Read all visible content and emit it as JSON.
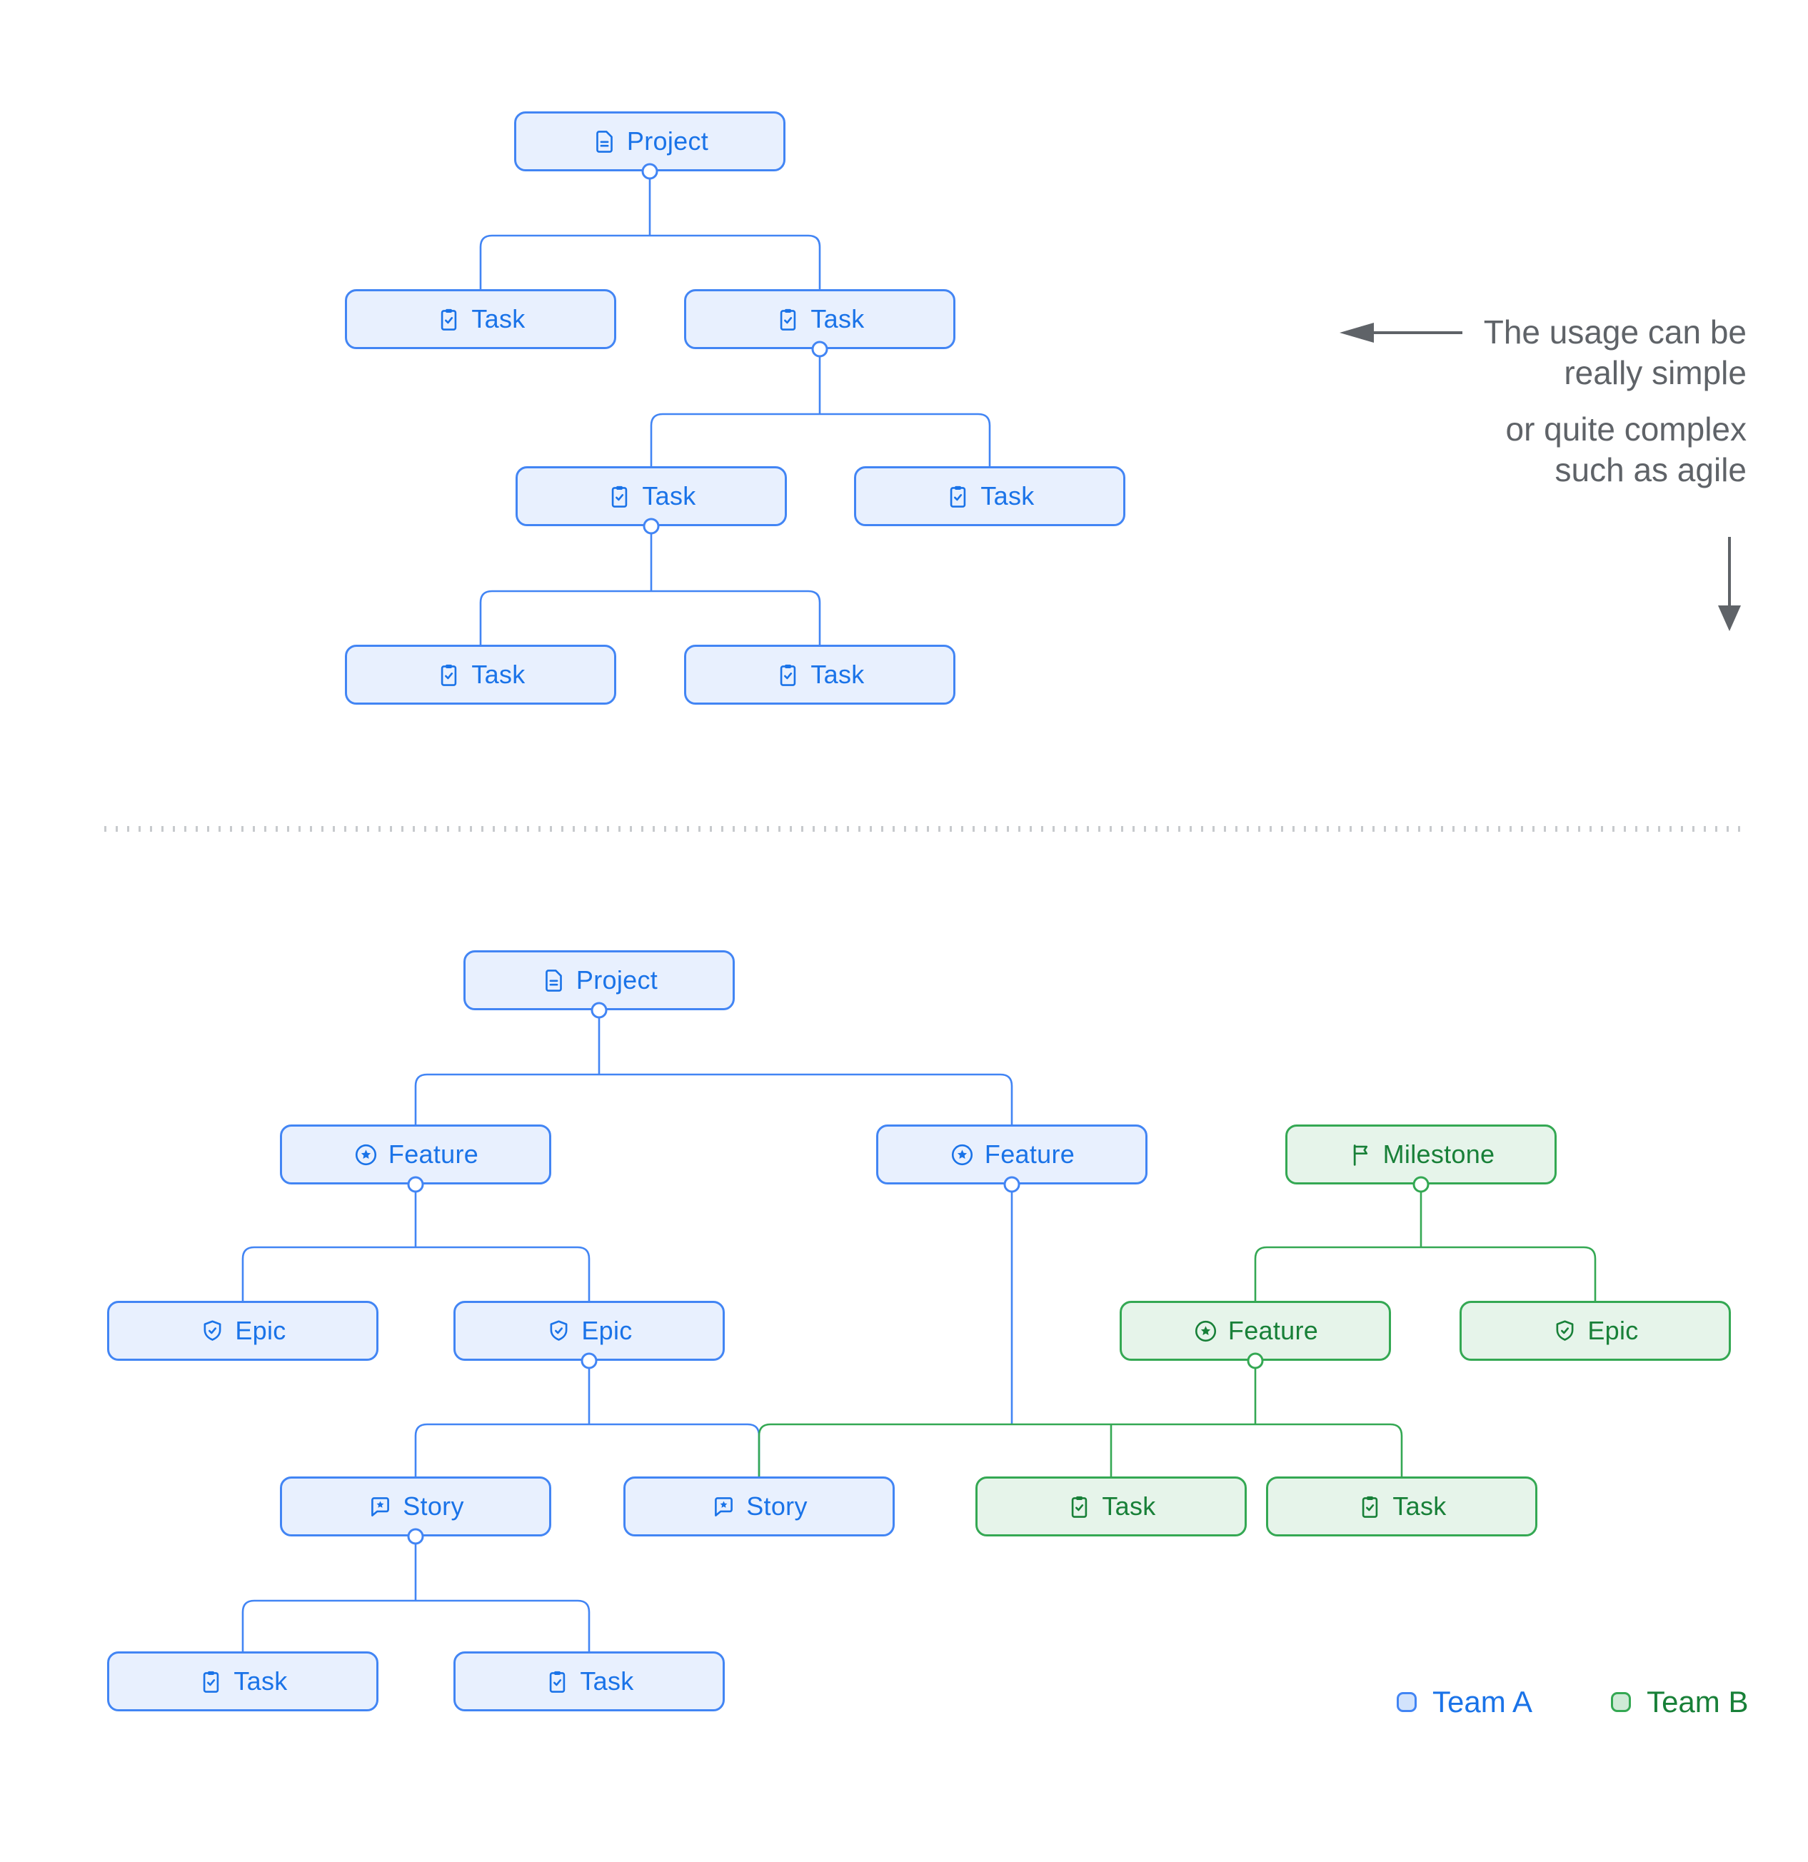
{
  "annotation": {
    "line1": "The usage can be",
    "line2": "really simple",
    "line3": "or quite complex",
    "line4": "such as agile"
  },
  "legend": {
    "team_a": "Team A",
    "team_b": "Team B"
  },
  "colors": {
    "team_a_accent": "#4285f4",
    "team_a_fill": "#e8f0fe",
    "team_a_text": "#1a73e8",
    "team_b_accent": "#34a853",
    "team_b_fill": "#e6f4ea",
    "team_b_text": "#188038",
    "annotation_text": "#5f6368"
  },
  "diagram1": {
    "nodes": [
      {
        "id": "project",
        "label": "Project",
        "icon": "document-icon",
        "team": "A"
      },
      {
        "id": "task-1",
        "label": "Task",
        "icon": "task-icon",
        "team": "A"
      },
      {
        "id": "task-2",
        "label": "Task",
        "icon": "task-icon",
        "team": "A"
      },
      {
        "id": "task-3",
        "label": "Task",
        "icon": "task-icon",
        "team": "A"
      },
      {
        "id": "task-4",
        "label": "Task",
        "icon": "task-icon",
        "team": "A"
      },
      {
        "id": "task-5",
        "label": "Task",
        "icon": "task-icon",
        "team": "A"
      },
      {
        "id": "task-6",
        "label": "Task",
        "icon": "task-icon",
        "team": "A"
      }
    ],
    "edges": [
      [
        "project",
        "task-1"
      ],
      [
        "project",
        "task-2"
      ],
      [
        "task-2",
        "task-3"
      ],
      [
        "task-2",
        "task-4"
      ],
      [
        "task-3",
        "task-5"
      ],
      [
        "task-3",
        "task-6"
      ]
    ]
  },
  "diagram2": {
    "nodes": [
      {
        "id": "project",
        "label": "Project",
        "icon": "document-icon",
        "team": "A"
      },
      {
        "id": "feature-1",
        "label": "Feature",
        "icon": "feature-icon",
        "team": "A"
      },
      {
        "id": "feature-2",
        "label": "Feature",
        "icon": "feature-icon",
        "team": "A"
      },
      {
        "id": "milestone",
        "label": "Milestone",
        "icon": "flag-icon",
        "team": "B"
      },
      {
        "id": "epic-1",
        "label": "Epic",
        "icon": "epic-icon",
        "team": "A"
      },
      {
        "id": "epic-2",
        "label": "Epic",
        "icon": "epic-icon",
        "team": "A"
      },
      {
        "id": "feature-3",
        "label": "Feature",
        "icon": "feature-icon",
        "team": "B"
      },
      {
        "id": "epic-3",
        "label": "Epic",
        "icon": "epic-icon",
        "team": "B"
      },
      {
        "id": "story-1",
        "label": "Story",
        "icon": "story-icon",
        "team": "A"
      },
      {
        "id": "story-2",
        "label": "Story",
        "icon": "story-icon",
        "team": "A"
      },
      {
        "id": "task-1",
        "label": "Task",
        "icon": "task-icon",
        "team": "B"
      },
      {
        "id": "task-2",
        "label": "Task",
        "icon": "task-icon",
        "team": "B"
      },
      {
        "id": "task-3",
        "label": "Task",
        "icon": "task-icon",
        "team": "A"
      },
      {
        "id": "task-4",
        "label": "Task",
        "icon": "task-icon",
        "team": "A"
      }
    ],
    "edges": [
      [
        "project",
        "feature-1"
      ],
      [
        "project",
        "feature-2"
      ],
      [
        "feature-1",
        "epic-1"
      ],
      [
        "feature-1",
        "epic-2"
      ],
      [
        "epic-2",
        "story-1"
      ],
      [
        "epic-2",
        "story-2"
      ],
      [
        "feature-2",
        "story-2"
      ],
      [
        "feature-2",
        "task-1"
      ],
      [
        "feature-2",
        "task-2"
      ],
      [
        "feature-3",
        "story-2"
      ],
      [
        "feature-3",
        "task-1"
      ],
      [
        "feature-3",
        "task-2"
      ],
      [
        "milestone",
        "feature-3"
      ],
      [
        "milestone",
        "epic-3"
      ],
      [
        "story-1",
        "task-3"
      ],
      [
        "story-1",
        "task-4"
      ]
    ]
  }
}
